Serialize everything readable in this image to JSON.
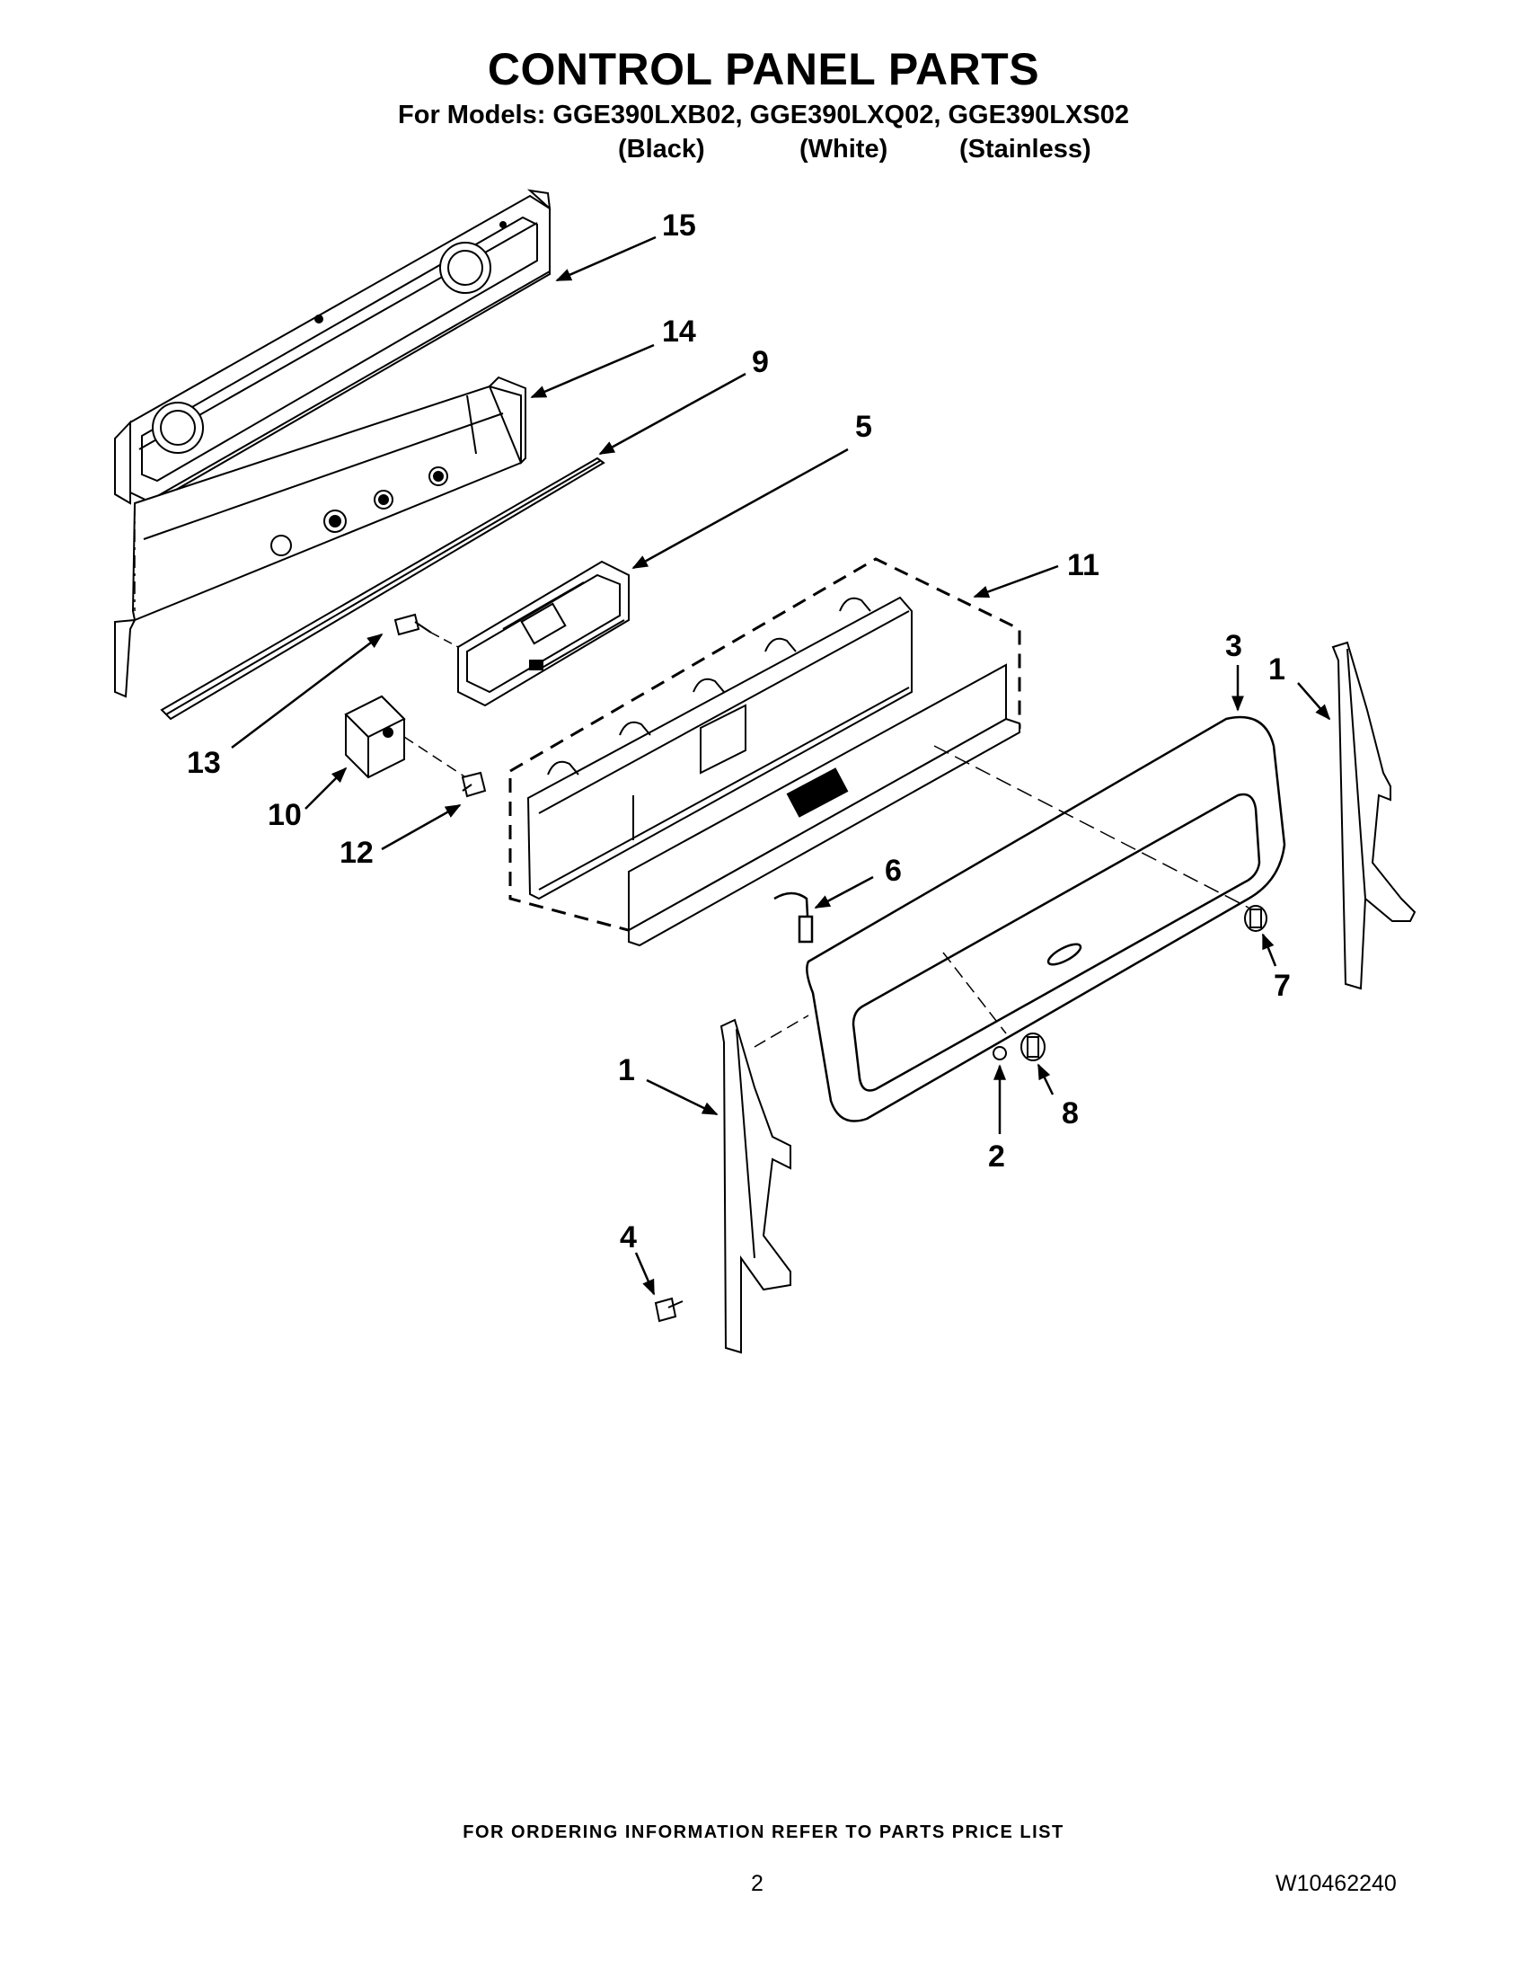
{
  "header": {
    "title": "CONTROL PANEL PARTS",
    "models_line": "For Models: GGE390LXB02, GGE390LXQ02, GGE390LXS02",
    "variants": [
      "(Black)",
      "(White)",
      "(Stainless)"
    ]
  },
  "callouts": {
    "c1a": "1",
    "c1b": "1",
    "c2": "2",
    "c3": "3",
    "c4": "4",
    "c5": "5",
    "c6": "6",
    "c7": "7",
    "c8": "8",
    "c9": "9",
    "c10": "10",
    "c11": "11",
    "c12": "12",
    "c13": "13",
    "c14": "14",
    "c15": "15"
  },
  "footer": {
    "ordering_note": "FOR ORDERING INFORMATION REFER TO PARTS PRICE LIST",
    "page_number": "2",
    "document_number": "W10462240"
  }
}
